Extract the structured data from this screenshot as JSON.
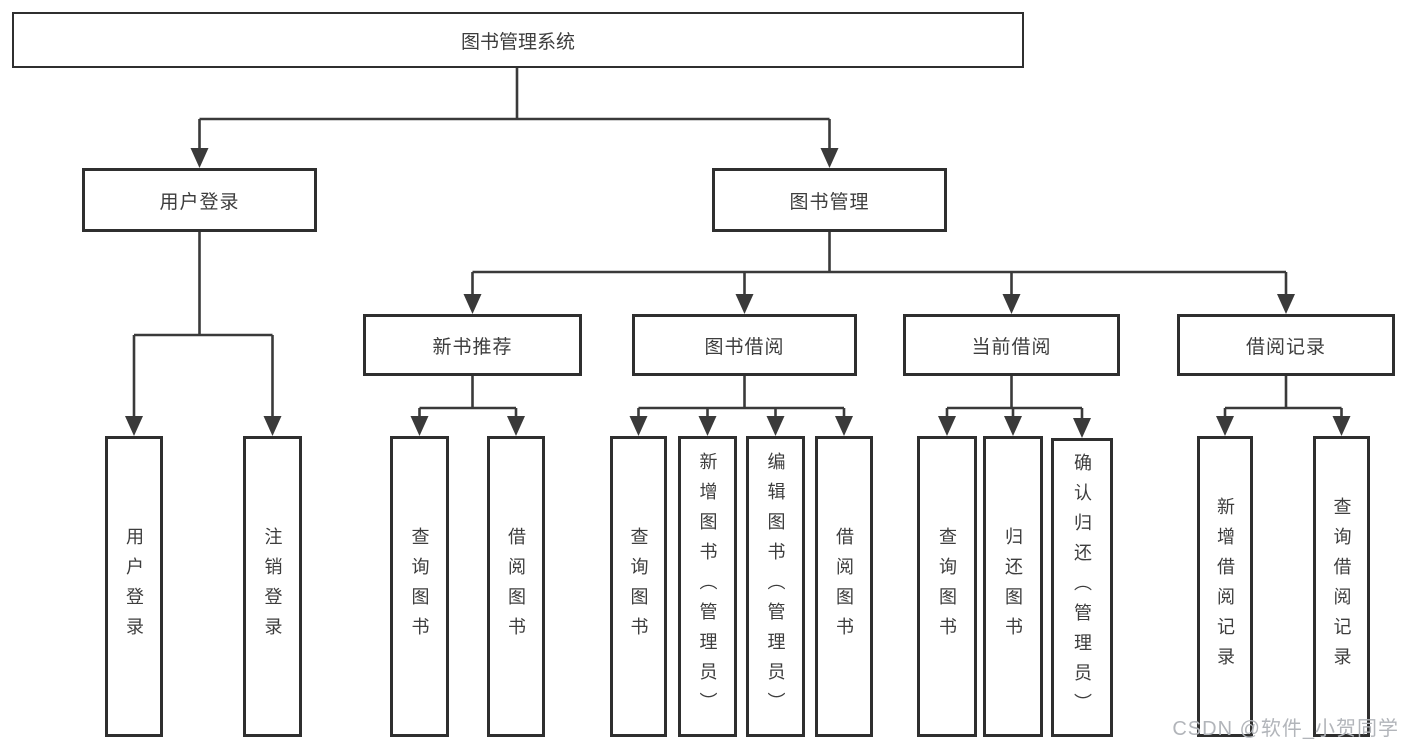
{
  "diagram": {
    "root": {
      "label": "图书管理系统"
    },
    "level2": [
      {
        "label": "用户登录"
      },
      {
        "label": "图书管理"
      }
    ],
    "level3": [
      {
        "label": "新书推荐"
      },
      {
        "label": "图书借阅"
      },
      {
        "label": "当前借阅"
      },
      {
        "label": "借阅记录"
      }
    ],
    "leaves": {
      "user_login": [
        "用户登录",
        "注销登录"
      ],
      "new_books": [
        "查询图书",
        "借阅图书"
      ],
      "book_borrow": [
        "查询图书",
        "新增图书（管理员）",
        "编辑图书（管理员）",
        "借阅图书"
      ],
      "current_borrow": [
        "查询图书",
        "归还图书",
        "确认归还（管理员）"
      ],
      "borrow_records": [
        "新增借阅记录",
        "查询借阅记录"
      ]
    }
  },
  "watermark": {
    "text": "CSDN @软件_小贺同学"
  },
  "colors": {
    "line": "#3a3a3a",
    "border": "#2f2f2f",
    "text": "#3d3d3d",
    "watermark": "#b2b5ba",
    "background": "#ffffff"
  }
}
